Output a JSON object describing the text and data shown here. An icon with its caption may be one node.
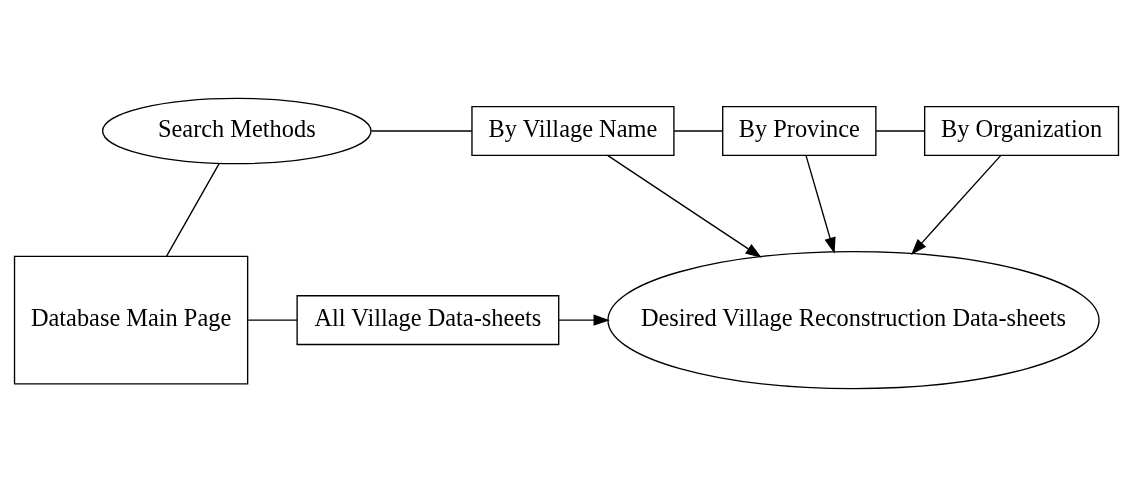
{
  "diagram": {
    "nodes": [
      {
        "text": [
          "Search Methods"
        ]
      },
      {
        "text": [
          "By Village Name"
        ]
      },
      {
        "text": [
          "By Province"
        ]
      },
      {
        "text": [
          "By Organization"
        ]
      },
      {
        "text": [
          "Database Main Page"
        ]
      },
      {
        "text": [
          "All Village Data-sheets"
        ]
      },
      {
        "text": [
          "Desired Village Reconstruction Data-sheets"
        ]
      }
    ],
    "edges": [
      {
        "from": 0,
        "to": 1,
        "arrow": "none"
      },
      {
        "from": 1,
        "to": 2,
        "arrow": "none"
      },
      {
        "from": 2,
        "to": 3,
        "arrow": "none"
      },
      {
        "from": 0,
        "to": 4,
        "arrow": "none"
      },
      {
        "from": 4,
        "to": 5,
        "arrow": "none"
      },
      {
        "from": 5,
        "to": 6,
        "arrow": "to"
      },
      {
        "from": 1,
        "to": 6,
        "arrow": "to"
      },
      {
        "from": 2,
        "to": 6,
        "arrow": "to"
      },
      {
        "from": 3,
        "to": 6,
        "arrow": "to"
      }
    ]
  }
}
